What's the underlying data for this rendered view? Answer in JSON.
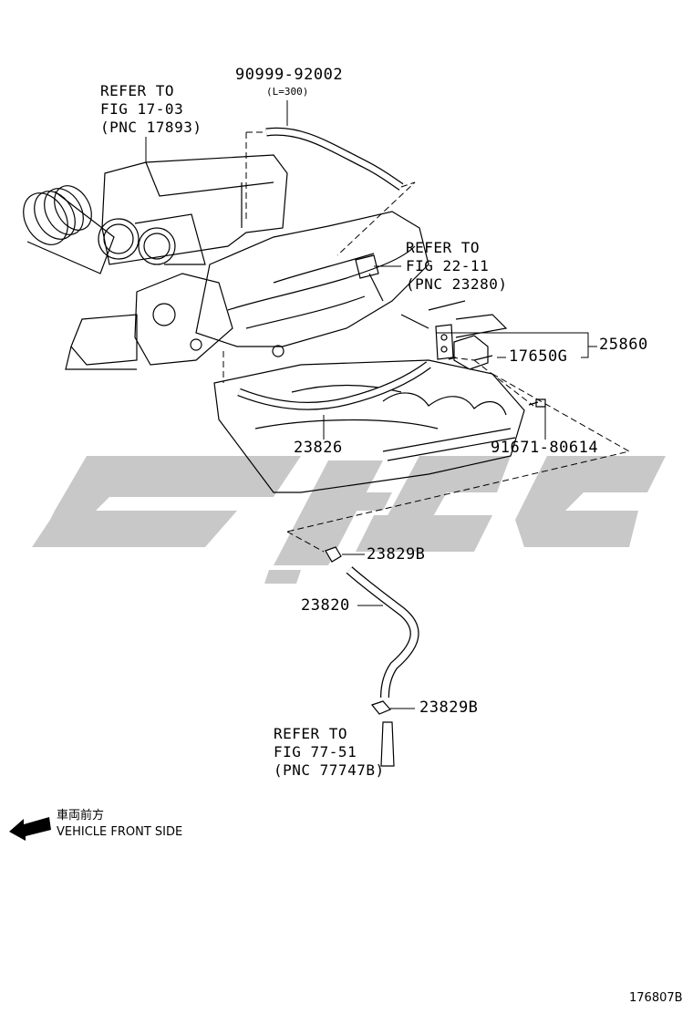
{
  "diagram": {
    "figure_id": "176807B",
    "watermark_color": "#c8c8c8",
    "line_color": "#000000"
  },
  "labels": {
    "hose_top_part": "90999-92002",
    "hose_top_length": "(L=300)",
    "ref_air_cleaner": "REFER TO\nFIG 17-03\n(PNC 17893)",
    "ref_manifold": "REFER TO\nFIG 22-11\n(PNC 23280)",
    "bracket_assy": "25860",
    "vsv": "17650G",
    "hose_mid": "23826",
    "bolt": "91671-80614",
    "clamp_upper": "23829B",
    "hose_lower": "23820",
    "clamp_lower": "23829B",
    "ref_tank": "REFER TO\nFIG 77-51\n(PNC 77747B)"
  },
  "direction": {
    "japanese": "車両前方",
    "english": "VEHICLE FRONT SIDE"
  }
}
